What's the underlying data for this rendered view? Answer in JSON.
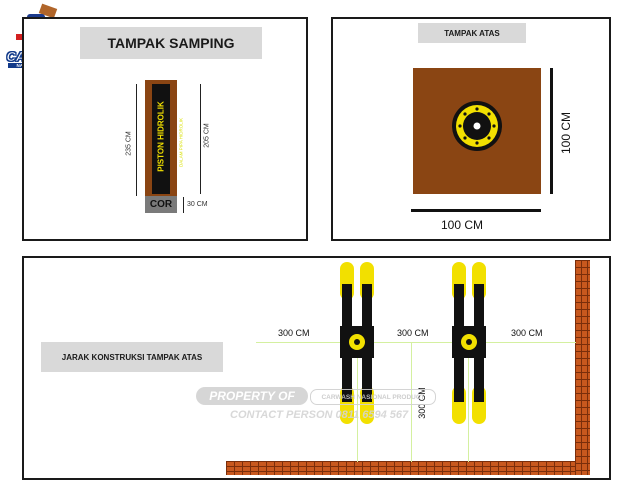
{
  "logo": {
    "name": "CARWASH",
    "tagline": "NASIONAL PRODUCT"
  },
  "side_view": {
    "title": "TAMPAK SAMPING",
    "piston_label": "PISTON HIDROLIK",
    "piston_sub": "DALAM PIPA HIDROLIK",
    "base_label": "COR",
    "dim_total": "235 CM",
    "dim_inner": "205 CM",
    "dim_base": "30 CM"
  },
  "top_view": {
    "title": "TAMPAK ATAS",
    "dim_width": "100 CM",
    "dim_height": "100 CM"
  },
  "layout_view": {
    "title": "JARAK KONSTRUKSI TAMPAK ATAS",
    "dim_left": "300 CM",
    "dim_middle": "300 CM",
    "dim_right": "300 CM",
    "dim_vertical": "300 CM"
  },
  "watermark": {
    "line1a": "PROPERTY OF",
    "line1b": "CARWASH NASIONAL PRODUCT",
    "line2": "CONTACT PERSON 0811 6594 567"
  },
  "colors": {
    "brown": "#8a4513",
    "yellow": "#f2e000",
    "brick": "#c8581e",
    "black": "#111111"
  }
}
